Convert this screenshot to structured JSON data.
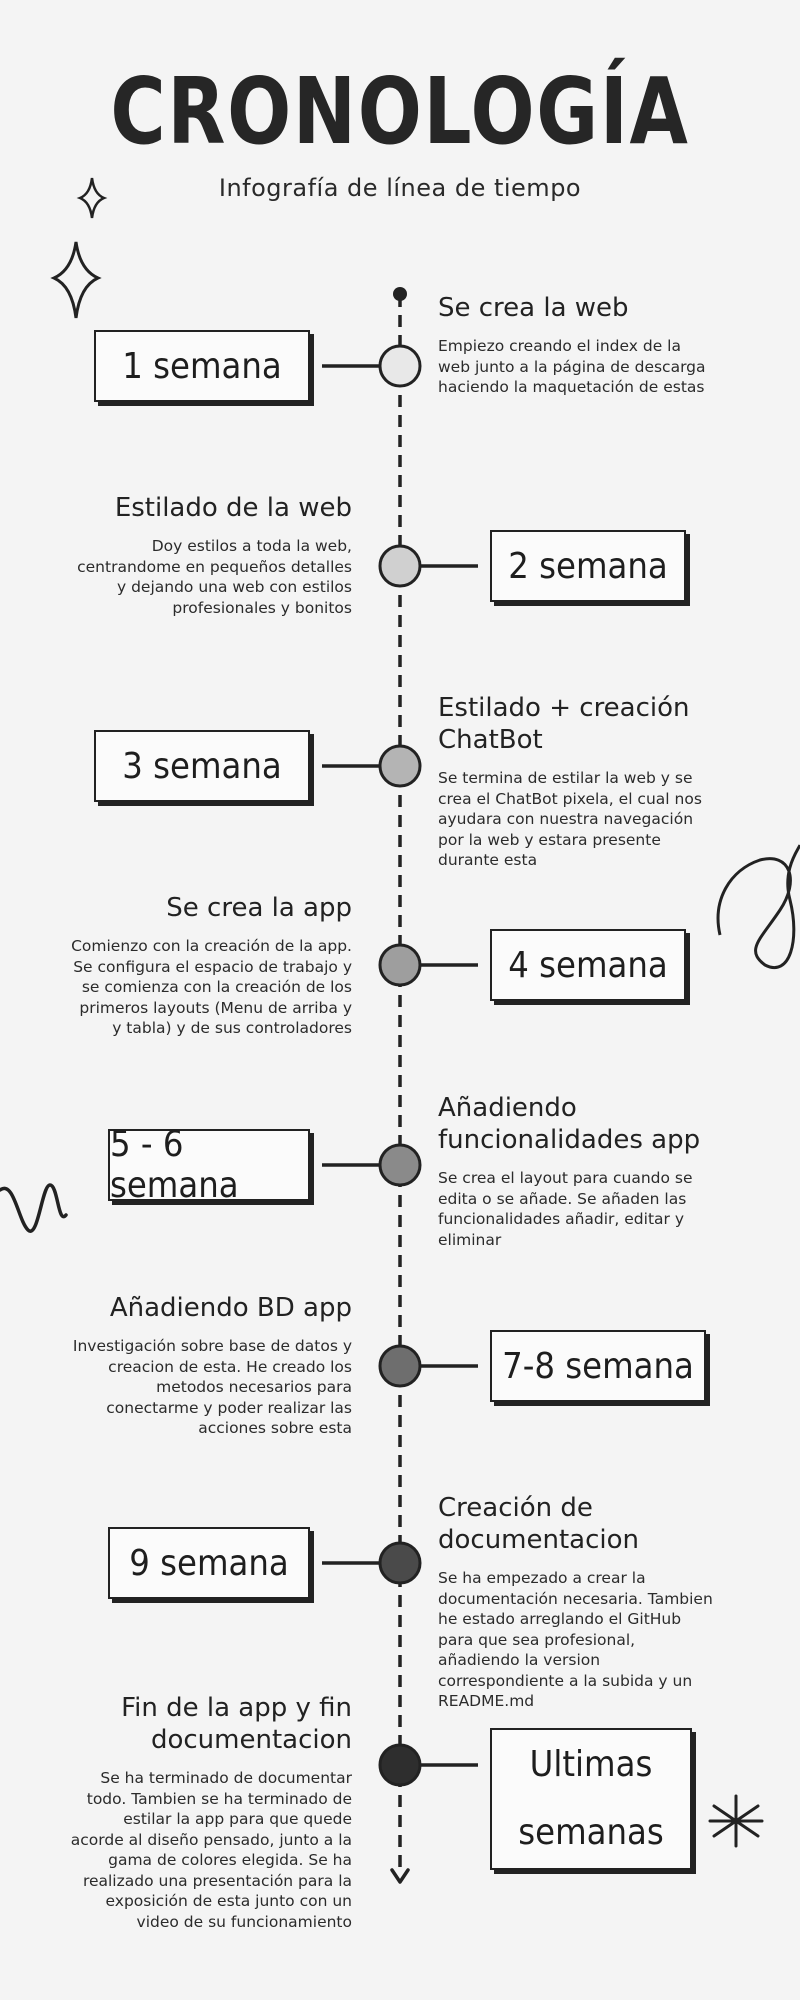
{
  "header": {
    "title": "CRONOLOGÍA",
    "subtitle": "Infografía de línea de tiempo"
  },
  "events": [
    {
      "label": "1 semana",
      "title": "Se crea la web",
      "description": "Empiezo creando el index de la web junto a la página de descarga haciendo la maquetación de estas",
      "node_color": "#e8e8e8"
    },
    {
      "label": "2 semana",
      "title": "Estilado de la web",
      "description": "Doy estilos a toda la web, centrandome en pequeños detalles y dejando una web con estilos profesionales y bonitos",
      "node_color": "#d0d0d0"
    },
    {
      "label": "3 semana",
      "title": "Estilado + creación ChatBot",
      "description": "Se termina de estilar la web y se crea el ChatBot pixela, el cual nos ayudara con nuestra navegación por la web y estara presente durante esta",
      "node_color": "#b4b4b4"
    },
    {
      "label": "4 semana",
      "title": "Se crea la app",
      "description": "Comienzo con la creación de la app. Se configura el espacio de trabajo y se comienza con la creación de los primeros layouts (Menu de arriba y y tabla) y de sus controladores",
      "node_color": "#9e9e9e"
    },
    {
      "label": "5 - 6 semana",
      "title": "Añadiendo funcionalidades app",
      "description": "Se crea el layout para cuando se edita o se añade. Se añaden las funcionalidades añadir, editar y eliminar",
      "node_color": "#8a8a8a"
    },
    {
      "label": "7-8 semana",
      "title": "Añadiendo BD app",
      "description": "Investigación sobre base de datos y creacion de esta. He creado los metodos necesarios para conectarme y poder realizar las acciones sobre esta",
      "node_color": "#6e6e6e"
    },
    {
      "label": "9 semana",
      "title": "Creación de documentacion",
      "description": "Se ha empezado a crear la documentación necesaria. Tambien he estado arreglando el GitHub para que sea profesional, añadiendo la version correspondiente a la subida y un README.md",
      "node_color": "#4a4a4a"
    },
    {
      "label": "Ultimas semanas",
      "title": "Fin de la app y fin documentacion",
      "description": "Se ha terminado de documentar todo. Tambien se ha terminado de estilar la app para que quede acorde al diseño pensado, junto a la gama de colores elegida. Se ha realizado una presentación para la exposición de esta junto con un video de su funcionamiento",
      "node_color": "#2e2e2e"
    }
  ]
}
